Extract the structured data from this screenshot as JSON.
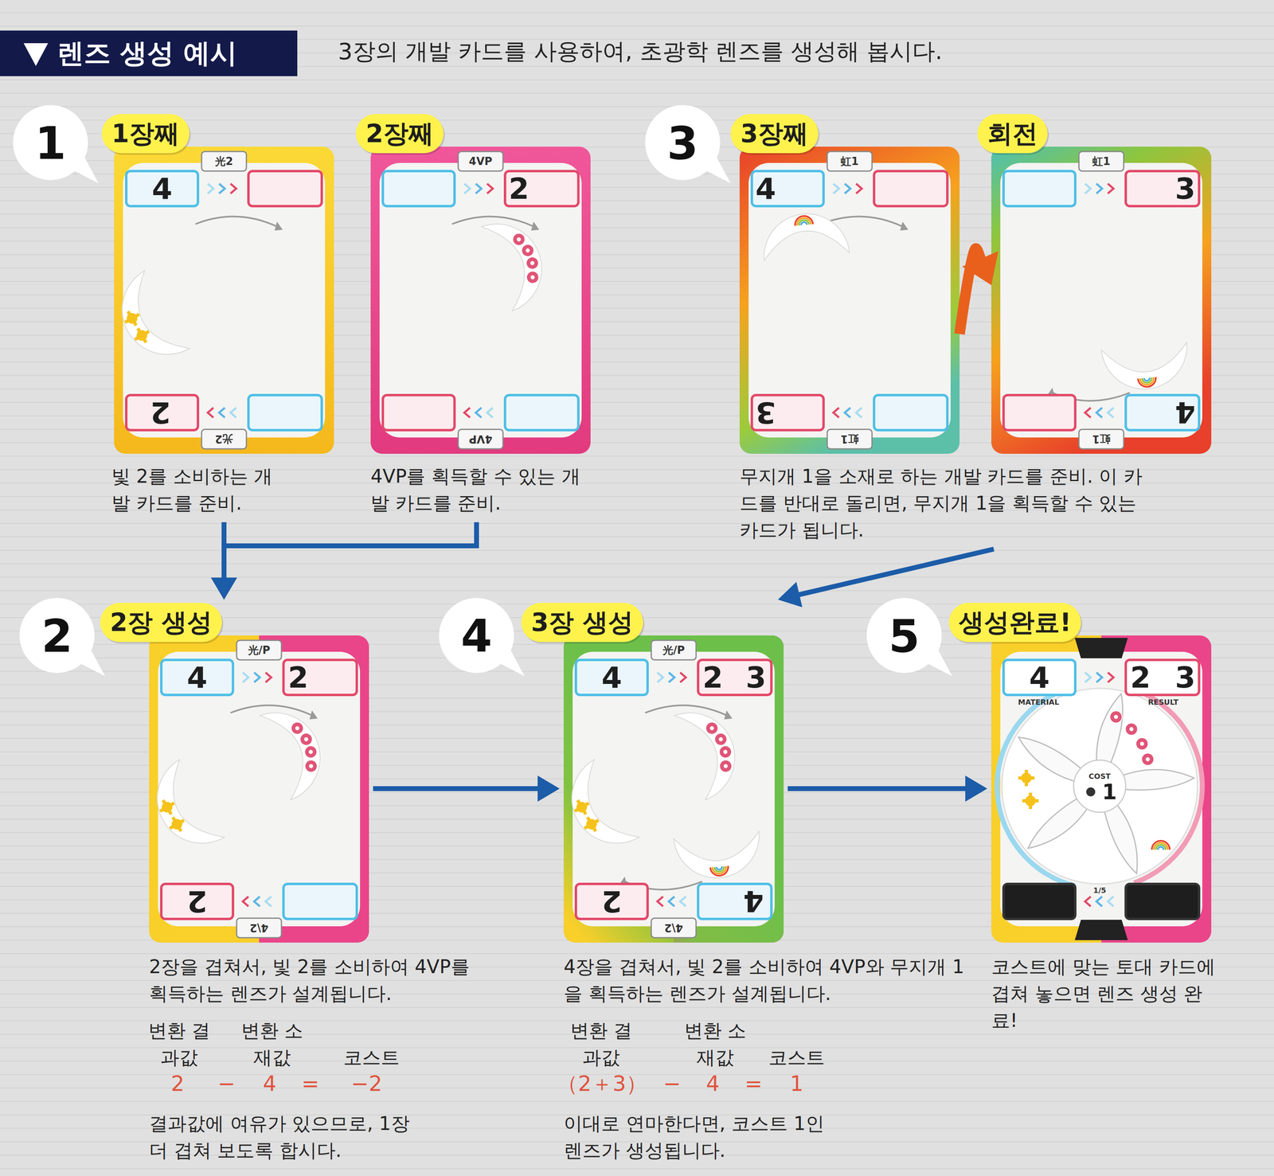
{
  "diagram": {
    "title": "렌즈 생성 예시",
    "nodes": [
      {
        "text": [
          "1장째",
          "光2",
          "4",
          "2",
          "光2",
          "빛 2를 소비하는 개발 카드를 준비."
        ]
      },
      {
        "text": [
          "2장째",
          "4VP",
          "2",
          "4VP",
          "4VP를 획득할 수 있는 개발 카드를 준비."
        ]
      },
      {
        "text": [
          "3장째",
          "虹1",
          "4",
          "3",
          "虹1",
          "무지개 1을 소재로 하는 개발 카드를 준비. 이 카드를 반대로 돌리면, 무지개 1을 획득할 수 있는 카드가 됩니다."
        ]
      },
      {
        "text": [
          "회전",
          "虹1",
          "3",
          "4",
          "虹1"
        ]
      },
      {
        "text": [
          "2장 생성",
          "光/P",
          "4",
          "2",
          "2",
          "4\\2",
          "2장을 겹쳐서, 빛 2를 소비하여 4VP를 획득하는 렌즈가 설계됩니다."
        ]
      },
      {
        "text": [
          "3장 생성",
          "光/P",
          "4",
          "2",
          "3",
          "2",
          "4",
          "4\\2",
          "4장을 겹쳐서, 빛 2를 소비하여 4VP와 무지개 1을 획득하는 렌즈가 설계됩니다."
        ]
      },
      {
        "text": [
          "생성완료!",
          "4",
          "MATERIAL",
          "2",
          "3",
          "RESULT",
          "COST",
          "1",
          "1/5",
          "코스트에 맞는 토대 카드에 겹쳐 놓으면 렌즈 생성 완료!"
        ]
      }
    ],
    "edges": [
      {
        "from": 0,
        "to": 4,
        "arrow": "to"
      },
      {
        "from": 1,
        "to": 4,
        "arrow": "to"
      },
      {
        "from": 2,
        "to": 3,
        "arrow": "to"
      },
      {
        "from": 3,
        "to": 5,
        "arrow": "to"
      },
      {
        "from": 4,
        "to": 5,
        "arrow": "to"
      },
      {
        "from": 5,
        "to": 6,
        "arrow": "to"
      }
    ],
    "labels": [
      "3장의 개발 카드를 사용하여, 초광학 렌즈를 생성해 봅시다.",
      "1",
      "3",
      "2",
      "4",
      "5",
      "변환 결과값",
      "변환 소재값",
      "코스트",
      "2",
      "−",
      "4",
      "=",
      "−2",
      "결과값에 여유가 있으므로, 1장 더 겹쳐 보도록 합시다.",
      "변환 결과값",
      "변환 소재값",
      "코스트",
      "（2＋3）",
      "−",
      "4",
      "=",
      "1",
      "이대로 연마한다면, 코스트 1인 렌즈가 생성됩니다."
    ]
  }
}
